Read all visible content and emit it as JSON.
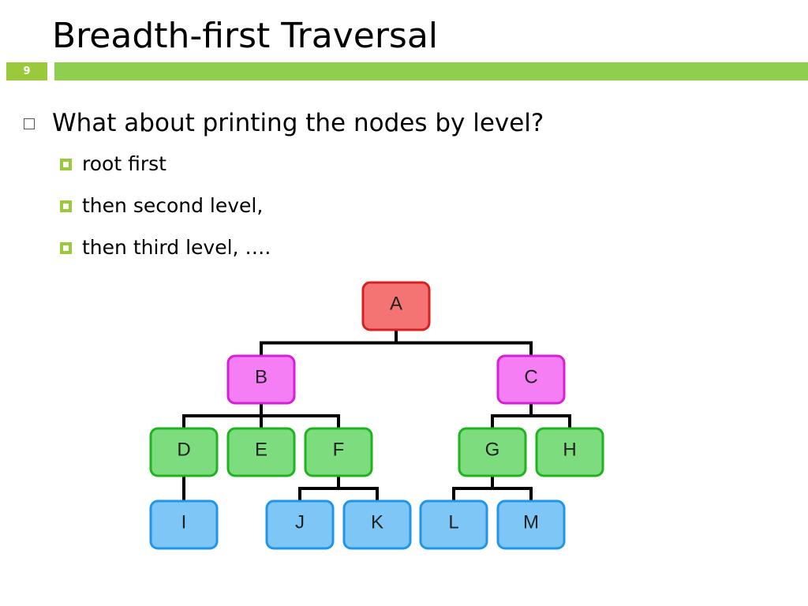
{
  "slide": {
    "title": "Breadth-first Traversal",
    "number": "9",
    "bullets": [
      {
        "text": "What about printing the nodes by level?",
        "children": [
          "root first",
          "then second level,",
          "then third level, …."
        ]
      }
    ]
  },
  "colors": {
    "accent_green": "#9ac93c",
    "root_fill": "#f47373",
    "root_stroke": "#d82020",
    "level2_fill": "#f57ef5",
    "level2_stroke": "#d81fd8",
    "level3_fill": "#7ddc7d",
    "level3_stroke": "#1fb41f",
    "level4_fill": "#7ec6f5",
    "level4_stroke": "#2196e8"
  },
  "tree": {
    "nodes": [
      {
        "id": "A",
        "label": "A",
        "level": 1
      },
      {
        "id": "B",
        "label": "B",
        "level": 2
      },
      {
        "id": "C",
        "label": "C",
        "level": 2
      },
      {
        "id": "D",
        "label": "D",
        "level": 3
      },
      {
        "id": "E",
        "label": "E",
        "level": 3
      },
      {
        "id": "F",
        "label": "F",
        "level": 3
      },
      {
        "id": "G",
        "label": "G",
        "level": 3
      },
      {
        "id": "H",
        "label": "H",
        "level": 3
      },
      {
        "id": "I",
        "label": "I",
        "level": 4
      },
      {
        "id": "J",
        "label": "J",
        "level": 4
      },
      {
        "id": "K",
        "label": "K",
        "level": 4
      },
      {
        "id": "L",
        "label": "L",
        "level": 4
      },
      {
        "id": "M",
        "label": "M",
        "level": 4
      }
    ],
    "edges": [
      {
        "parent": "A",
        "children": [
          "B",
          "C"
        ]
      },
      {
        "parent": "B",
        "children": [
          "D",
          "E",
          "F"
        ]
      },
      {
        "parent": "C",
        "children": [
          "G",
          "H"
        ]
      },
      {
        "parent": "D",
        "children": [
          "I"
        ]
      },
      {
        "parent": "F",
        "children": [
          "J",
          "K"
        ]
      },
      {
        "parent": "G",
        "children": [
          "L",
          "M"
        ]
      }
    ]
  }
}
